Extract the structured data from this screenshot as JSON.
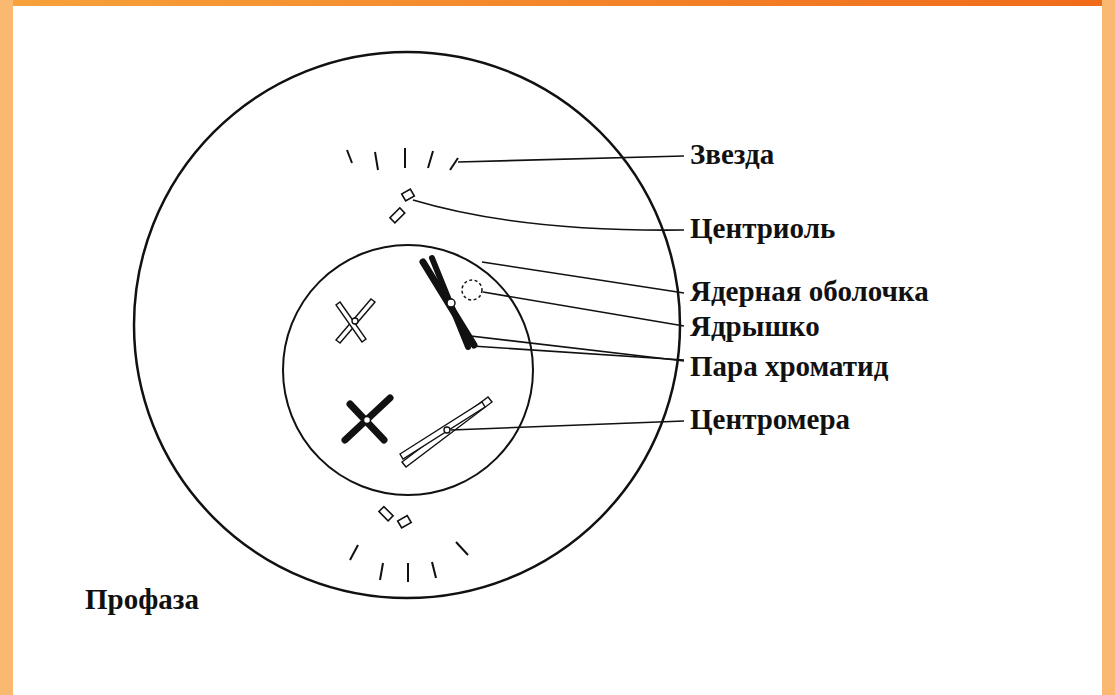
{
  "diagram": {
    "caption": "Профаза",
    "labels": [
      "Звезда",
      "Центриоль",
      "Ядерная оболочка",
      "Ядрышко",
      "Пара хроматид",
      "Центромера"
    ]
  }
}
